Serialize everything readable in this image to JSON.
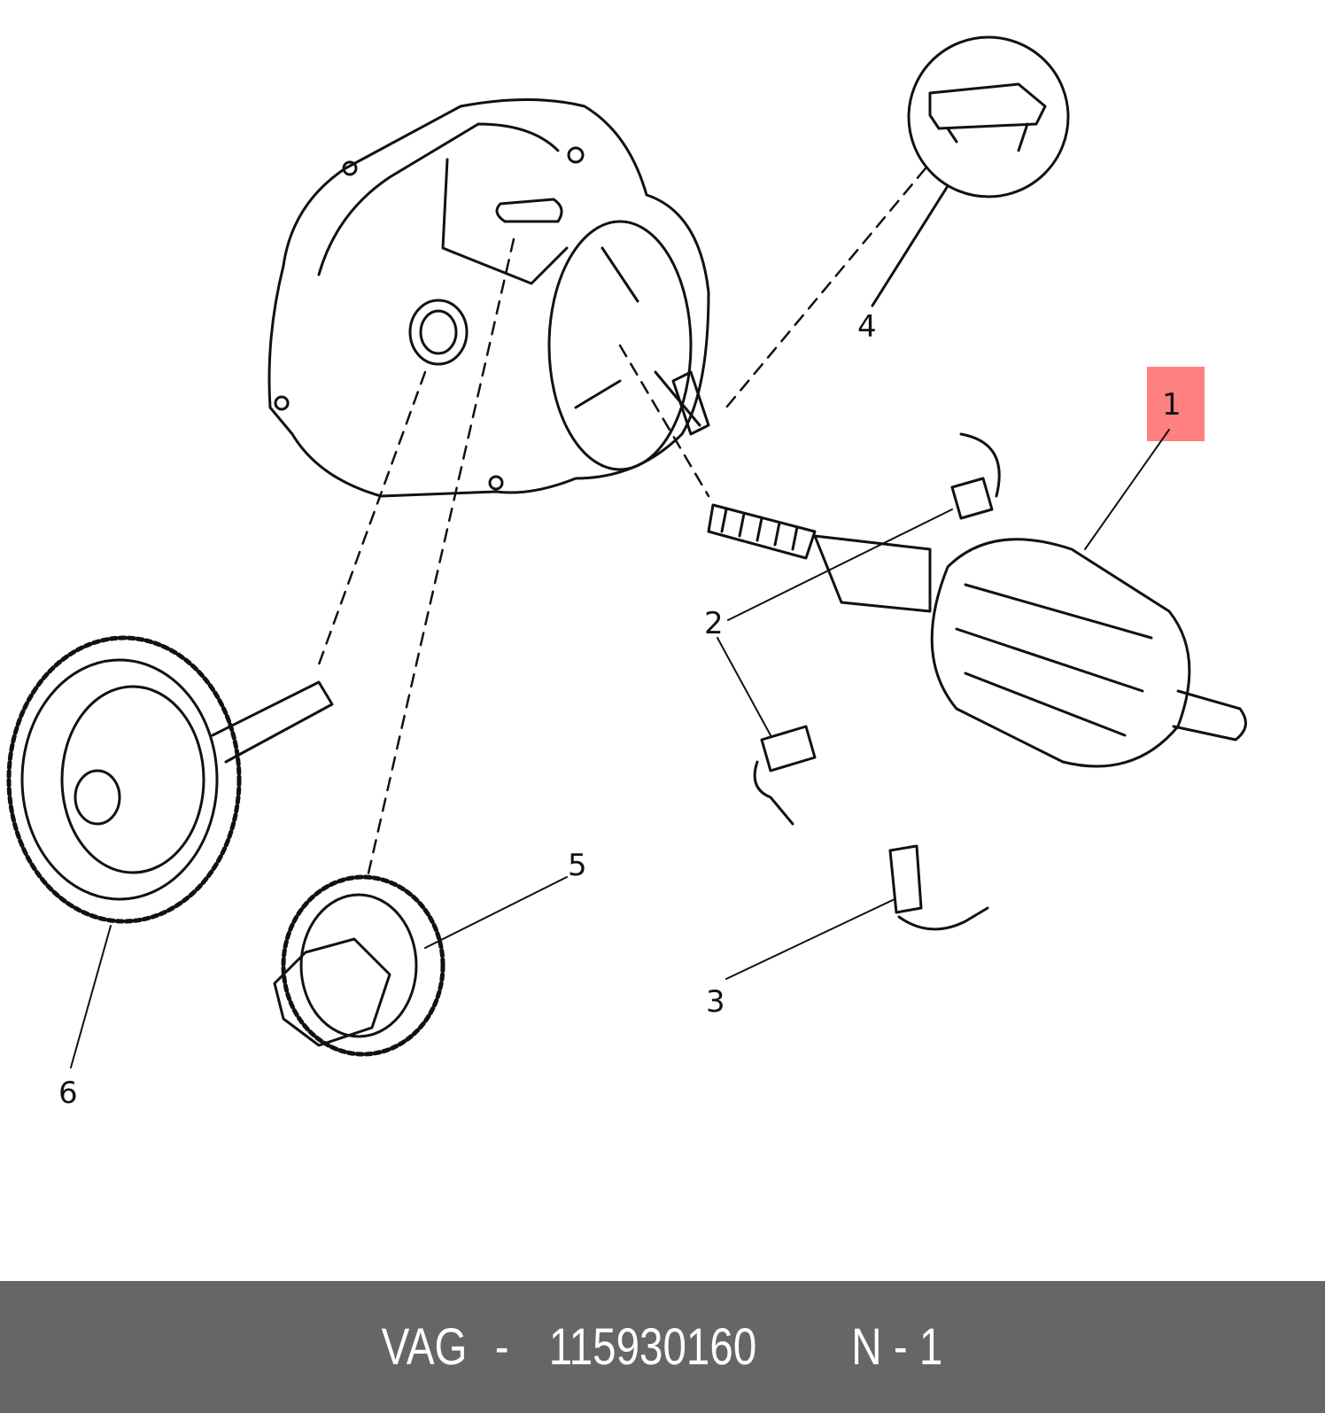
{
  "callouts": {
    "c1": "1",
    "c2": "2",
    "c3": "3",
    "c4": "4",
    "c5": "5",
    "c6": "6"
  },
  "highlighted_callout": "1",
  "colors": {
    "highlight": "#ff8080",
    "footer_bg": "#666666",
    "footer_text": "#ffffff"
  },
  "footer": {
    "brand": "VAG",
    "separator": "-",
    "part_number": "115930160",
    "position_label": "N - 1"
  }
}
